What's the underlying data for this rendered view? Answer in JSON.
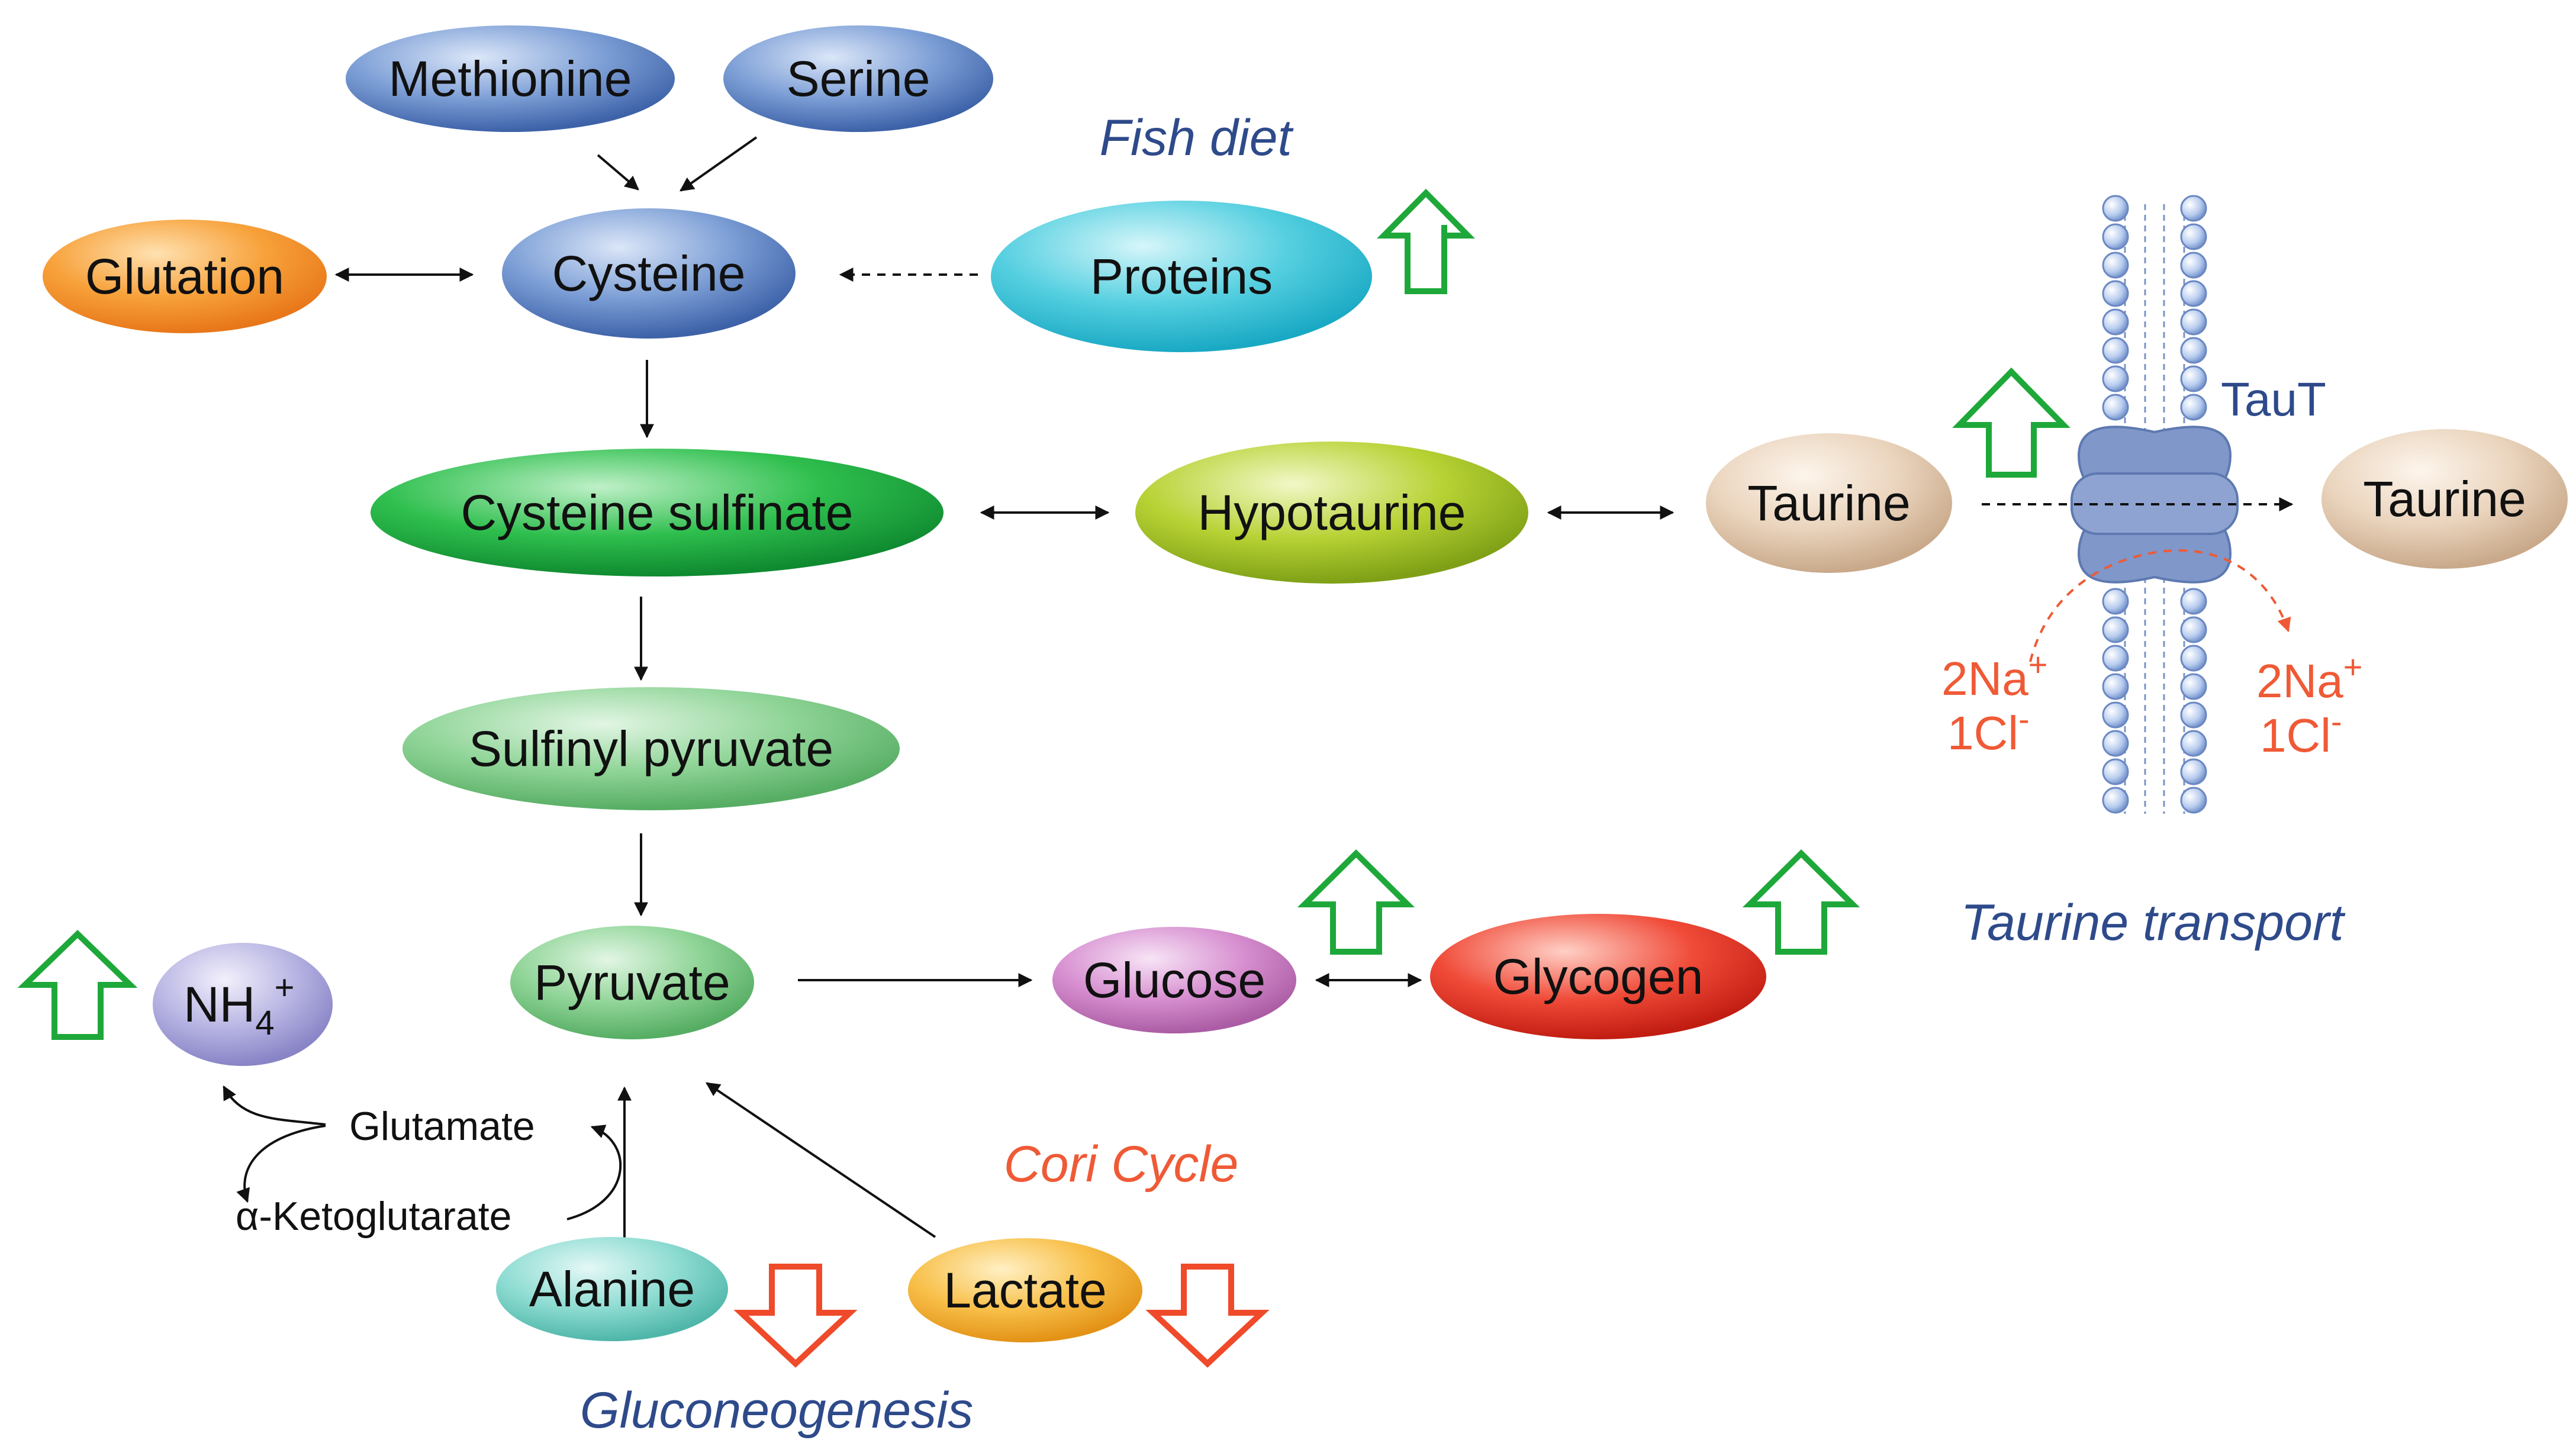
{
  "nodes": {
    "methionine": "Methionine",
    "serine": "Serine",
    "glutation": "Glutation",
    "cysteine": "Cysteine",
    "proteins": "Proteins",
    "cysteine_sulfinate": "Cysteine sulfinate",
    "hypotaurine": "Hypotaurine",
    "taurine_in": "Taurine",
    "taurine_out": "Taurine",
    "sulfinyl_pyruvate": "Sulfinyl pyruvate",
    "pyruvate": "Pyruvate",
    "glucose": "Glucose",
    "glycogen": "Glycogen",
    "nh4_base": "NH",
    "nh4_sub": "4",
    "nh4_sup": "+",
    "alanine": "Alanine",
    "lactate": "Lactate"
  },
  "labels": {
    "glutamate": "Glutamate",
    "ketoglutarate": "α-Ketoglutarate",
    "taut": "TauT"
  },
  "ions": {
    "left_na": "2Na",
    "left_na_sup": "+",
    "left_cl": "1Cl",
    "left_cl_sup": "-",
    "right_na": "2Na",
    "right_na_sup": "+",
    "right_cl": "1Cl",
    "right_cl_sup": "-"
  },
  "captions": {
    "fish_diet": "Fish diet",
    "taurine_transport": "Taurine transport",
    "cori_cycle": "Cori Cycle",
    "gluconeogenesis": "Gluconeogenesis"
  },
  "colors": {
    "up_arrow": "#1ea83a",
    "down_arrow": "#ef4a2a",
    "caption_blue": "#2e4a8a",
    "caption_red": "#ef5a36"
  }
}
